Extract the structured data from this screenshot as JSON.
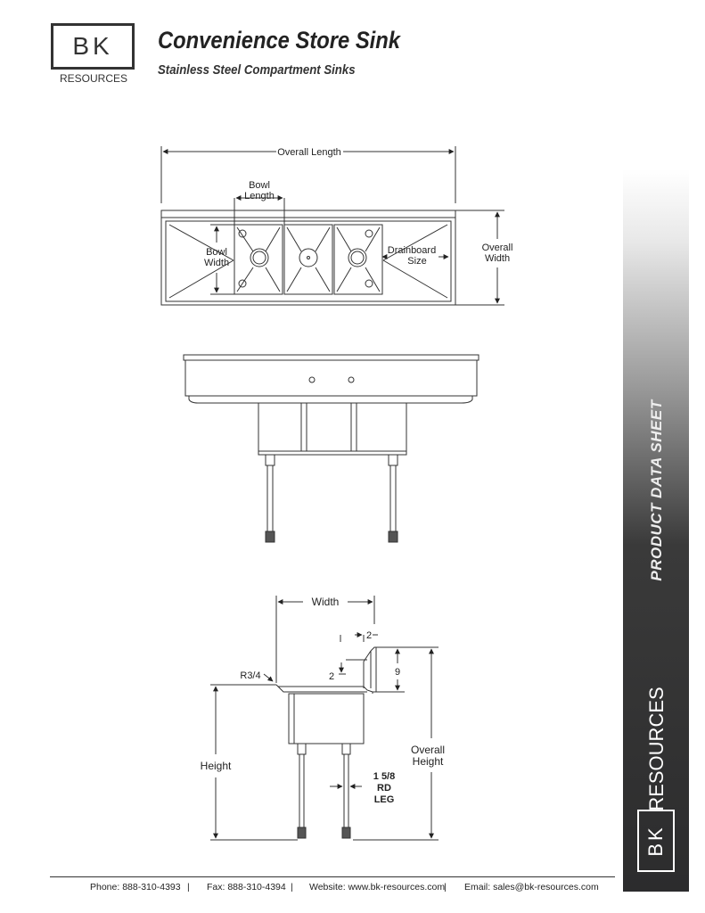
{
  "header": {
    "logo_letters": "BK",
    "logo_subtext": "RESOURCES",
    "title": "Convenience Store Sink",
    "subtitle": "Stainless Steel Compartment Sinks"
  },
  "sidebar": {
    "product_data_sheet": "PRODUCT DATA SHEET",
    "resources": "RESOURCES",
    "logo_letters": "BK"
  },
  "top_view": {
    "overall_length": "Overall Length",
    "bowl_length": "Bowl\nLength",
    "bowl_width": "Bowl\nWidth",
    "drainboard_size": "Drainboard\nSize",
    "overall_width": "Overall\nWidth"
  },
  "side_view": {
    "width": "Width",
    "r34": "R3/4",
    "two_top": "2",
    "two_left": "2",
    "nine": "9",
    "overall_height": "Overall\nHeight",
    "height": "Height",
    "leg": "1 5/8\nRD\nLEG"
  },
  "footer": {
    "phone": "Phone: 888-310-4393",
    "fax": "Fax: 888-310-4394",
    "website": "Website: www.bk-resources.com",
    "email": "Email: sales@bk-resources.com",
    "separator": "|"
  }
}
